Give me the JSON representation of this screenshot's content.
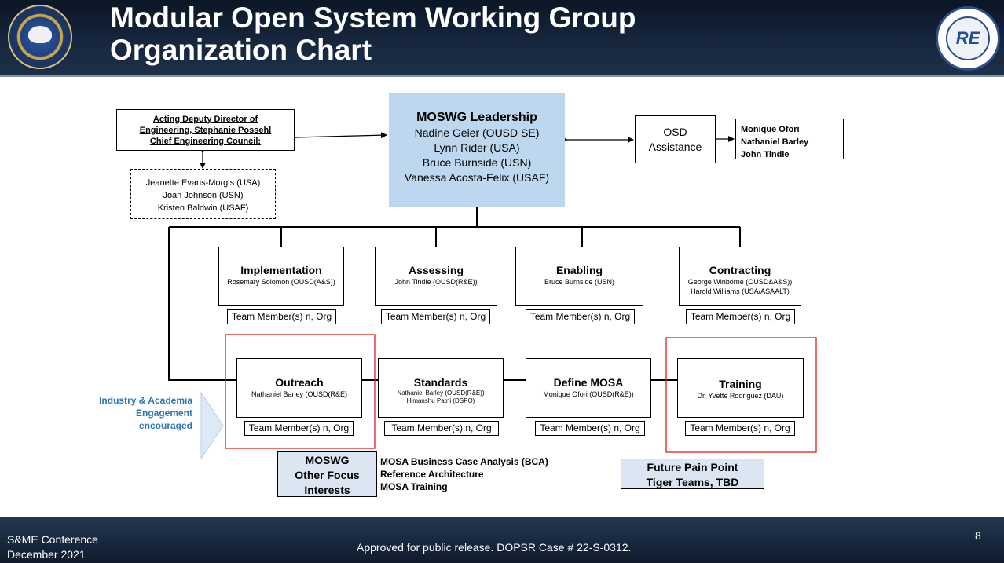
{
  "header": {
    "title_line1": "Modular Open System Working Group",
    "title_line2": "Organization Chart",
    "left_logo": "dod-seal-icon",
    "right_logo": "re-seal-icon",
    "right_logo_text": "RE"
  },
  "leadership": {
    "title": "MOSWG Leadership",
    "members": [
      "Nadine Geier (OUSD SE)",
      "Lynn Rider (USA)",
      "Bruce Burnside (USN)",
      "Vanessa Acosta-Felix (USAF)"
    ]
  },
  "deputy": {
    "line1": "Acting Deputy Director of",
    "line2": "Engineering,  Stephanie Possehl",
    "line3": "Chief Engineering Council:"
  },
  "council": [
    "Jeanette Evans-Morgis (USA)",
    "Joan Johnson (USN)",
    "Kristen Baldwin (USAF)"
  ],
  "osd": {
    "line1": "OSD",
    "line2": "Assistance",
    "members": [
      "Monique Ofori",
      "Nathaniel Barley",
      "John Tindle"
    ]
  },
  "teams_row1": [
    {
      "title": "Implementation",
      "leads": [
        "Rosemary Solomon (OUSD(A&S))"
      ],
      "member": "Team Member(s) n, Org"
    },
    {
      "title": "Assessing",
      "leads": [
        "John Tindle (OUSD(R&E))"
      ],
      "member": "Team Member(s) n, Org"
    },
    {
      "title": "Enabling",
      "leads": [
        "Bruce Burnside (USN)"
      ],
      "member": "Team Member(s) n, Org"
    },
    {
      "title": "Contracting",
      "leads": [
        "George Winborne (OUSD&A&S))",
        "Harold Williams (USA/ASAALT)"
      ],
      "member": "Team Member(s) n, Org"
    }
  ],
  "teams_row2": [
    {
      "title": "Outreach",
      "leads": [
        "Nathaniel Barley (OUSD(R&E)"
      ],
      "member": "Team Member(s) n, Org"
    },
    {
      "title": "Standards",
      "leads": [
        "Nathaniel Barley (OUSD(R&E))",
        "Himanshu Patni (DSPO)"
      ],
      "member": "Team Member(s) n, Org"
    },
    {
      "title": "Define MOSA",
      "leads": [
        "Monique Ofori (OUSD(R&E))"
      ],
      "member": "Team Member(s) n, Org"
    },
    {
      "title": "Training",
      "leads": [
        "Dr. Yvette Rodriguez (DAU)"
      ],
      "member": "Team Member(s) n, Org"
    }
  ],
  "industry": {
    "line1": "Industry & Academia",
    "line2": "Engagement",
    "line3": "encouraged"
  },
  "focus": {
    "line1": "MOSWG",
    "line2": "Other Focus",
    "line3": "Interests",
    "items": [
      "MOSA Business Case Analysis (BCA)",
      "Reference Architecture",
      "MOSA Training"
    ]
  },
  "future": {
    "line1": "Future Pain Point",
    "line2": "Tiger Teams, TBD"
  },
  "footer": {
    "conference": "S&ME Conference",
    "date": "December 2021",
    "approved": "Approved for public release. DOPSR Case # 22-S-0312.",
    "page": "8"
  },
  "colors": {
    "leadership_fill": "#bdd7ee",
    "focus_fill": "#dce6f2",
    "highlight_border": "#e0201b",
    "industry_text": "#2e75b6",
    "header_bg": "#16263d"
  }
}
